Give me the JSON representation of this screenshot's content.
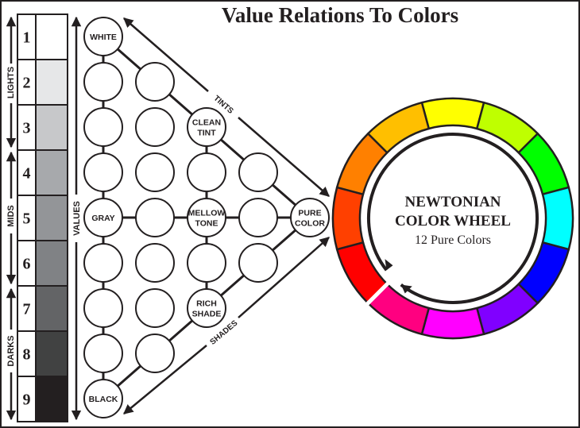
{
  "title": "Value Relations To Colors",
  "value_scale": {
    "steps": [
      {
        "number": "1",
        "color": "#ffffff"
      },
      {
        "number": "2",
        "color": "#e6e7e8"
      },
      {
        "number": "3",
        "color": "#c7c8ca"
      },
      {
        "number": "4",
        "color": "#a7a9ac"
      },
      {
        "number": "5",
        "color": "#939598"
      },
      {
        "number": "6",
        "color": "#808285"
      },
      {
        "number": "7",
        "color": "#636466"
      },
      {
        "number": "8",
        "color": "#414242"
      },
      {
        "number": "9",
        "color": "#231f20"
      }
    ],
    "ranges": [
      "LIGHTS",
      "MIDS",
      "DARKS"
    ],
    "axis_label": "VALUES"
  },
  "triangle": {
    "labels": {
      "white": [
        "WHITE"
      ],
      "gray": [
        "GRAY"
      ],
      "black": [
        "BLACK"
      ],
      "clean_tint": [
        "CLEAN",
        "TINT"
      ],
      "mellow_tone": [
        "MELLOW",
        "TONE"
      ],
      "rich_shade": [
        "RICH",
        "SHADE"
      ],
      "pure_color": [
        "PURE",
        "COLOR"
      ]
    },
    "tints_label": "TINTS",
    "shades_label": "SHADES"
  },
  "wheel": {
    "title_line1": "NEWTONIAN",
    "title_line2": "COLOR WHEEL",
    "subtitle": "12 Pure Colors",
    "colors_clockwise_from_top": [
      "#ffff00",
      "#bfff00",
      "#00ff00",
      "#00ffff",
      "#0000ff",
      "#8000ff",
      "#ff00ff",
      "#ff0080",
      "#ff0000",
      "#ff4000",
      "#ff8000",
      "#ffbf00"
    ]
  }
}
